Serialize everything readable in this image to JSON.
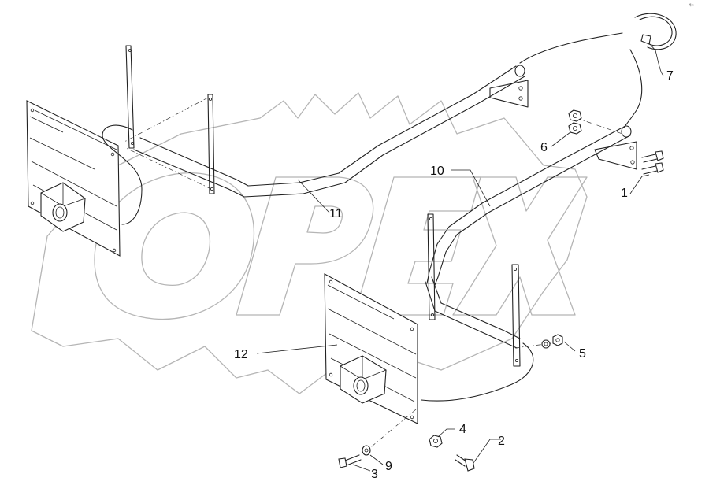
{
  "watermark": {
    "text": "OPEX"
  },
  "corner_note": "¶³¹ ...",
  "callouts": [
    {
      "id": "c1",
      "text": "1"
    },
    {
      "id": "c2",
      "text": "2"
    },
    {
      "id": "c3",
      "text": "3"
    },
    {
      "id": "c4",
      "text": "4"
    },
    {
      "id": "c5",
      "text": "5"
    },
    {
      "id": "c6",
      "text": "6"
    },
    {
      "id": "c7",
      "text": "7"
    },
    {
      "id": "c9",
      "text": "9"
    },
    {
      "id": "c10",
      "text": "10"
    },
    {
      "id": "c11",
      "text": "11"
    },
    {
      "id": "c12",
      "text": "12"
    }
  ],
  "colors": {
    "line": "#222222",
    "watermark": "#b5b5b5",
    "background": "#ffffff"
  }
}
